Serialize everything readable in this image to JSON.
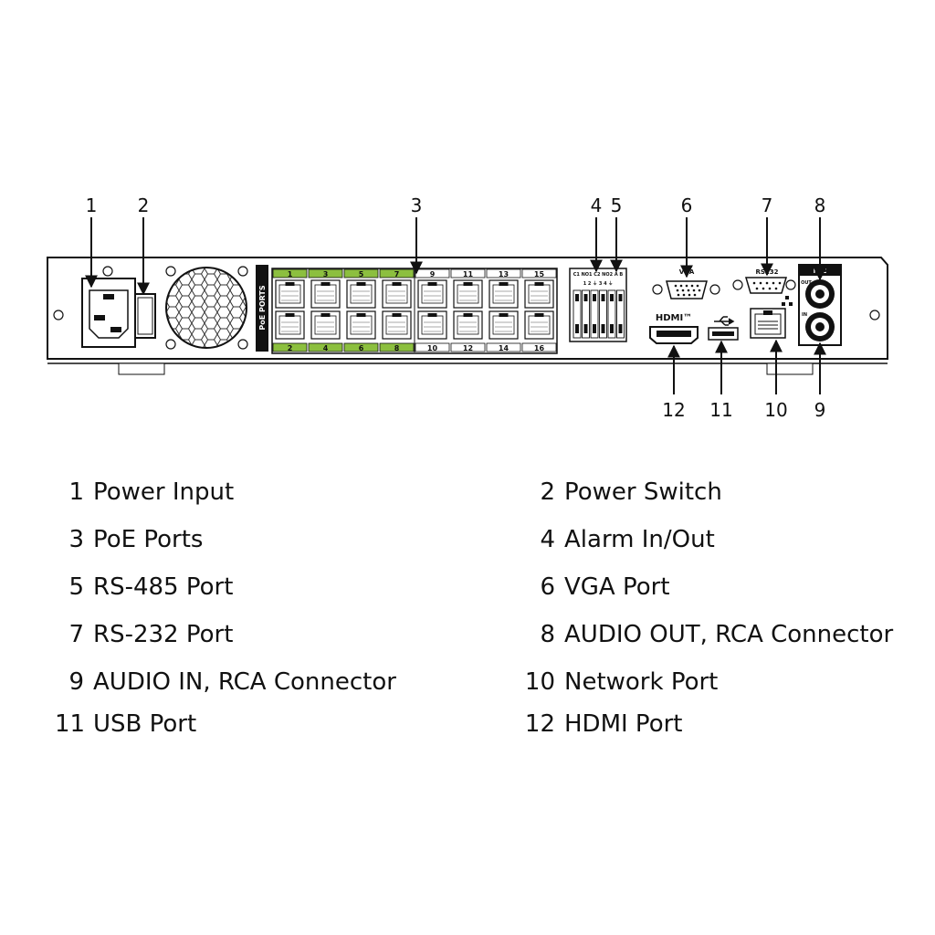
{
  "callouts": {
    "c1": "1",
    "c2": "2",
    "c3": "3",
    "c4": "4",
    "c5": "5",
    "c6": "6",
    "c7": "7",
    "c8": "8",
    "c9": "9",
    "c10": "10",
    "c11": "11",
    "c12": "12"
  },
  "panel": {
    "poe_ports_label": "PoE PORTS",
    "top_port_labels": [
      "1",
      "3",
      "5",
      "7",
      "9",
      "11",
      "13",
      "15"
    ],
    "bottom_port_labels": [
      "2",
      "4",
      "6",
      "8",
      "10",
      "12",
      "14",
      "16"
    ],
    "alarm_header": "C1 NO1 C2 NO2  A   B",
    "alarm_pins": "1  2  ⏚  3  4  ⏚",
    "vga_label": "VGA",
    "rs232_label": "RS232",
    "hdmi_label": "HDMI™",
    "mic_label": "MIC",
    "out_label": "OUT",
    "in_label": "IN"
  },
  "colors": {
    "poe_green": "#8cbf3f",
    "line": "#111111",
    "panel_bg": "#ffffff",
    "rca_black": "#111111"
  },
  "legend": [
    {
      "num": "1",
      "label": "Power Input"
    },
    {
      "num": "2",
      "label": "Power Switch"
    },
    {
      "num": "3",
      "label": "PoE Ports"
    },
    {
      "num": "4",
      "label": "Alarm In/Out"
    },
    {
      "num": "5",
      "label": "RS-485 Port"
    },
    {
      "num": "6",
      "label": "VGA Port"
    },
    {
      "num": "7",
      "label": "RS-232 Port"
    },
    {
      "num": "8",
      "label": "AUDIO OUT, RCA Connector"
    },
    {
      "num": "9",
      "label": "AUDIO IN, RCA Connector"
    },
    {
      "num": "10",
      "label": "Network Port"
    },
    {
      "num": "11",
      "label": "USB Port"
    },
    {
      "num": "12",
      "label": "HDMI Port"
    }
  ]
}
